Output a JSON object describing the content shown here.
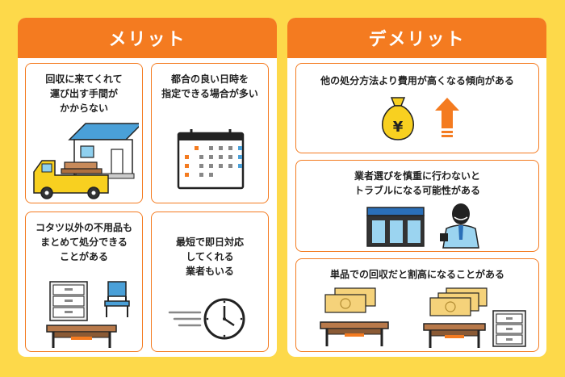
{
  "merit": {
    "title": "メリット",
    "cards": [
      {
        "text": "回収に来てくれて\n運び出す手間が\nかからない"
      },
      {
        "text": "都合の良い日時を\n指定できる場合が多い"
      },
      {
        "text": "コタツ以外の不用品も\nまとめて処分できる\nことがある"
      },
      {
        "text": "最短で即日対応\nしてくれる\n業者もいる"
      }
    ]
  },
  "demerit": {
    "title": "デメリット",
    "cards": [
      {
        "text": "他の処分方法より費用が高くなる傾向がある"
      },
      {
        "text": "業者選びを慎重に行わないと\nトラブルになる可能性がある"
      },
      {
        "text": "単品での回収だと割高になることがある"
      }
    ]
  },
  "money_bag_symbol": "¥",
  "colors": {
    "background": "#fdd94a",
    "accent": "#f47b20",
    "bill": "#f5d27a"
  }
}
